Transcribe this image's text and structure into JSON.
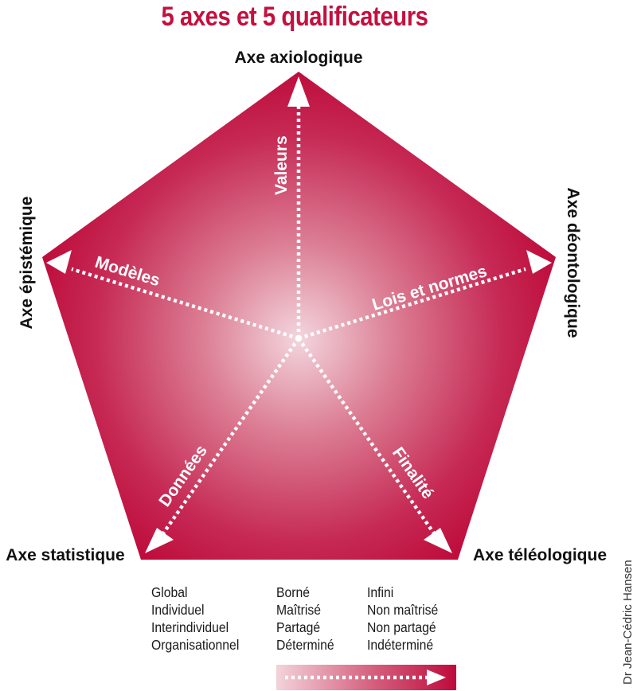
{
  "title": "5 axes et 5 qualificateurs",
  "axes": {
    "axiologique": "Axe axiologique",
    "epistemique": "Axe épistémique",
    "deontologique": "Axe déontologique",
    "statistique": "Axe statistique",
    "teleologique": "Axe téléologique"
  },
  "qualifiers": {
    "valeurs": "Valeurs",
    "modeles": "Modèles",
    "lois": "Lois et normes",
    "donnees": "Données",
    "finalite": "Finalité"
  },
  "scale_columns": [
    [
      "Global",
      "Individuel",
      "Interindividuel",
      "Organisationnel"
    ],
    [
      "Borné",
      "Maîtrisé",
      "Partagé",
      "Déterminé"
    ],
    [
      "Infini",
      "Non maîtrisé",
      "Non partagé",
      "Indéterminé"
    ]
  ],
  "credit": "Dr Jean-Cédric Hansen",
  "colors": {
    "accent": "#c4103f",
    "center": "#f3d3da",
    "text": "#111111"
  }
}
